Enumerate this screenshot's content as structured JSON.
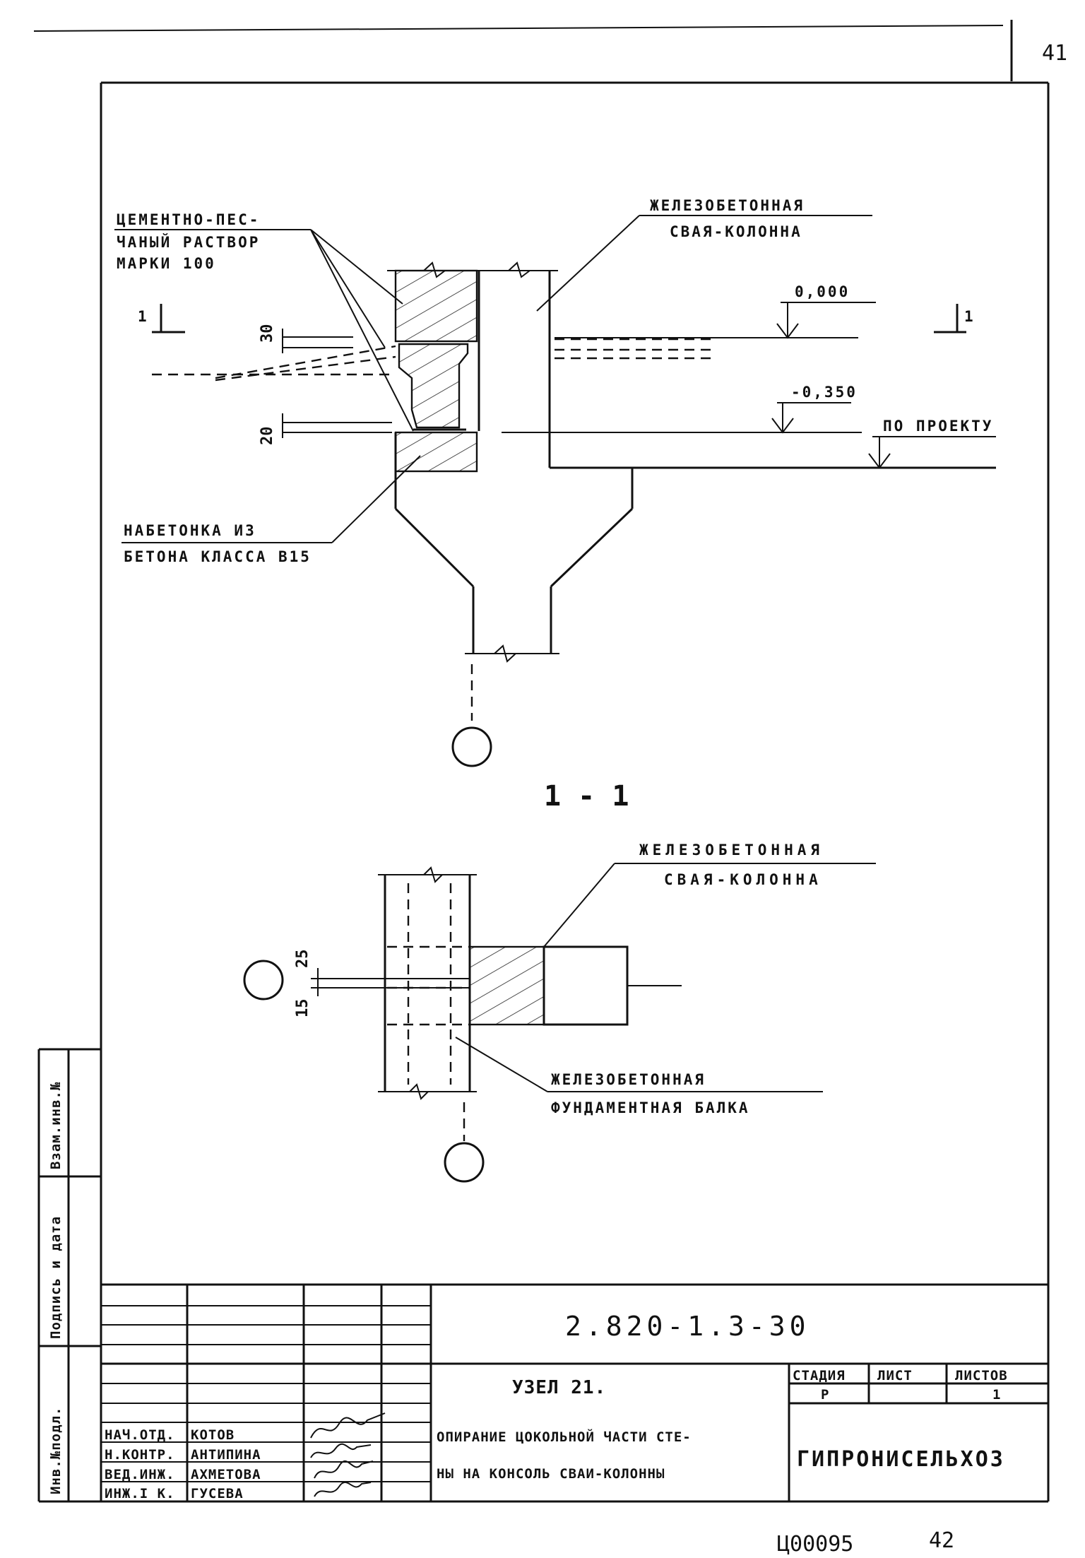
{
  "page_number_top": "41",
  "page_number_bottom": "42",
  "archive_code": "Ц00095",
  "labels": {
    "mortar_1": "ЦЕМЕНТНО-ПЕС-",
    "mortar_2": "ЧАНЫЙ РАСТВОР",
    "mortar_3": "МАРКИ 100",
    "pile_1": "ЖЕЛЕЗОБЕТОННАЯ",
    "pile_2": "СВАЯ-КОЛОННА",
    "topping_1": "НАБЕТОНКА ИЗ",
    "topping_2": "БЕТОНА КЛАССА В15",
    "level_zero": "0,000",
    "level_neg": "-0,350",
    "by_project": "ПО ПРОЕКТУ",
    "section_mark": "1",
    "section_title": "1 - 1",
    "dim_30": "30",
    "dim_20": "20",
    "dim_25": "25",
    "dim_15": "15",
    "plan_pile_1": "ЖЕЛЕЗОБЕТОННАЯ",
    "plan_pile_2": "СВАЯ-КОЛОННА",
    "beam_1": "ЖЕЛЕЗОБЕТОННАЯ",
    "beam_2": "ФУНДАМЕНТНАЯ БАЛКА"
  },
  "side_stamp": {
    "inv_orig": "Инв.№подл.",
    "sign_date": "Подпись и дата",
    "swap_inv": "Взам.инв.№"
  },
  "title_block": {
    "doc_code": "2.820-1.3-30",
    "title_1": "УЗЕЛ 21.",
    "title_2": "ОПИРАНИЕ ЦОКОЛЬНОЙ ЧАСТИ СТЕ-",
    "title_3": "НЫ НА КОНСОЛЬ СВАИ-КОЛОННЫ",
    "stage_header": "СТАДИЯ",
    "sheet_header": "ЛИСТ",
    "sheets_header": "ЛИСТОВ",
    "stage": "Р",
    "sheet": "",
    "sheets": "1",
    "organization": "ГИПРОНИСЕЛЬХОЗ",
    "rows": [
      {
        "role": "НАЧ.ОТД.",
        "name": "КОТОВ"
      },
      {
        "role": "Н.КОНТР.",
        "name": "АНТИПИНА"
      },
      {
        "role": "ВЕД.ИНЖ.",
        "name": "АХМЕТОВА"
      },
      {
        "role": "ИНЖ.I К.",
        "name": "ГУСЕВА"
      }
    ]
  }
}
